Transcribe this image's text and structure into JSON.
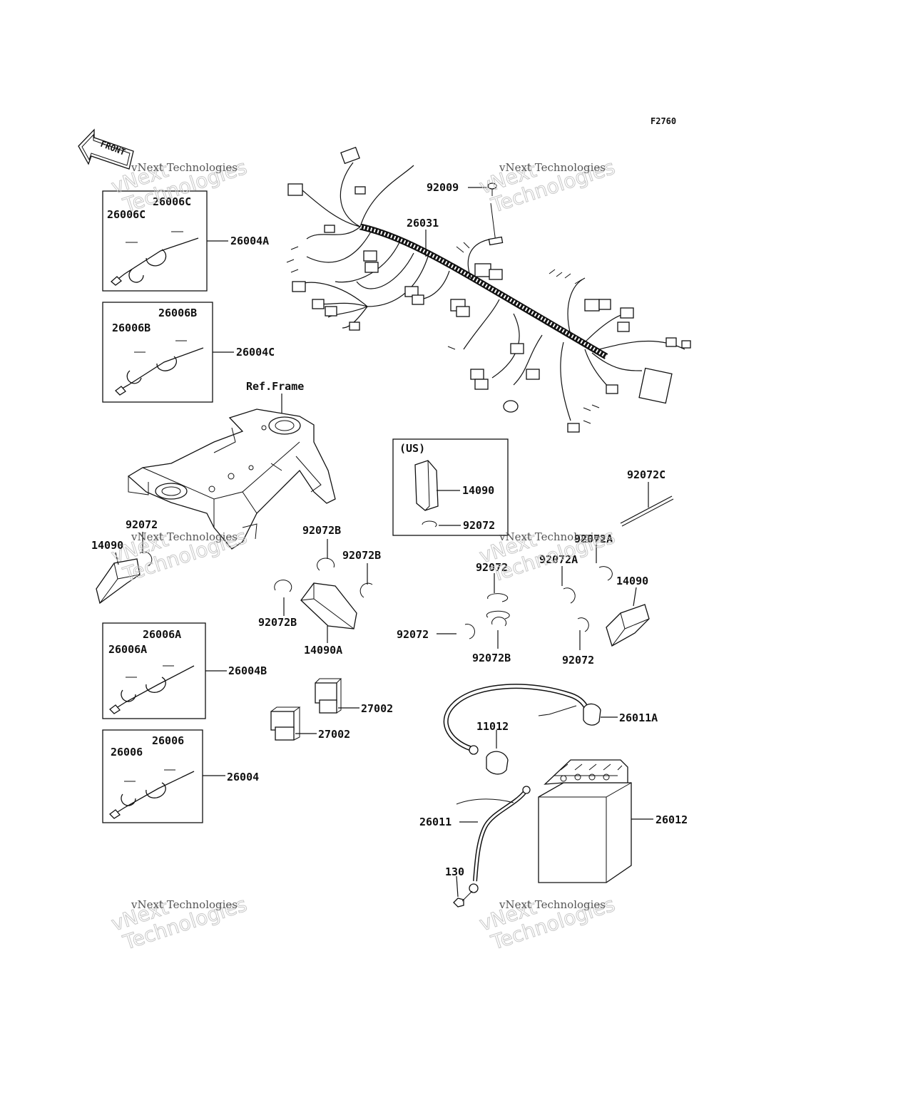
{
  "diagram_code": "F2760",
  "front_label": "FRONT",
  "ref_frame_label": "Ref.Frame",
  "us_label": "(US)",
  "watermark": {
    "line1": "vNext Technologies",
    "line2": "vNext\nTechnologies"
  },
  "labels": {
    "p26004A": "26004A",
    "p26006C_a": "26006C",
    "p26006C_b": "26006C",
    "p26004C": "26004C",
    "p26006B_a": "26006B",
    "p26006B_b": "26006B",
    "p26004B": "26004B",
    "p26006A_a": "26006A",
    "p26006A_b": "26006A",
    "p26004": "26004",
    "p26006_a": "26006",
    "p26006_b": "26006",
    "p92009": "92009",
    "p26031": "26031",
    "p14090_us": "14090",
    "p92072_us": "92072",
    "p92072C": "92072C",
    "p92072_left": "92072",
    "p14090_left": "14090",
    "p92072B_top": "92072B",
    "p92072B_right": "92072B",
    "p92072B_left": "92072B",
    "p14090A": "14090A",
    "p92072_mid": "92072",
    "p92072A_top": "92072A",
    "p92072A_mid": "92072A",
    "p14090_right": "14090",
    "p92072_lower": "92072",
    "p92072B_lower": "92072B",
    "p92072_right": "92072",
    "p27002_a": "27002",
    "p27002_b": "27002",
    "p26011A": "26011A",
    "p11012": "11012",
    "p26012": "26012",
    "p26011": "26011",
    "p130": "130"
  }
}
